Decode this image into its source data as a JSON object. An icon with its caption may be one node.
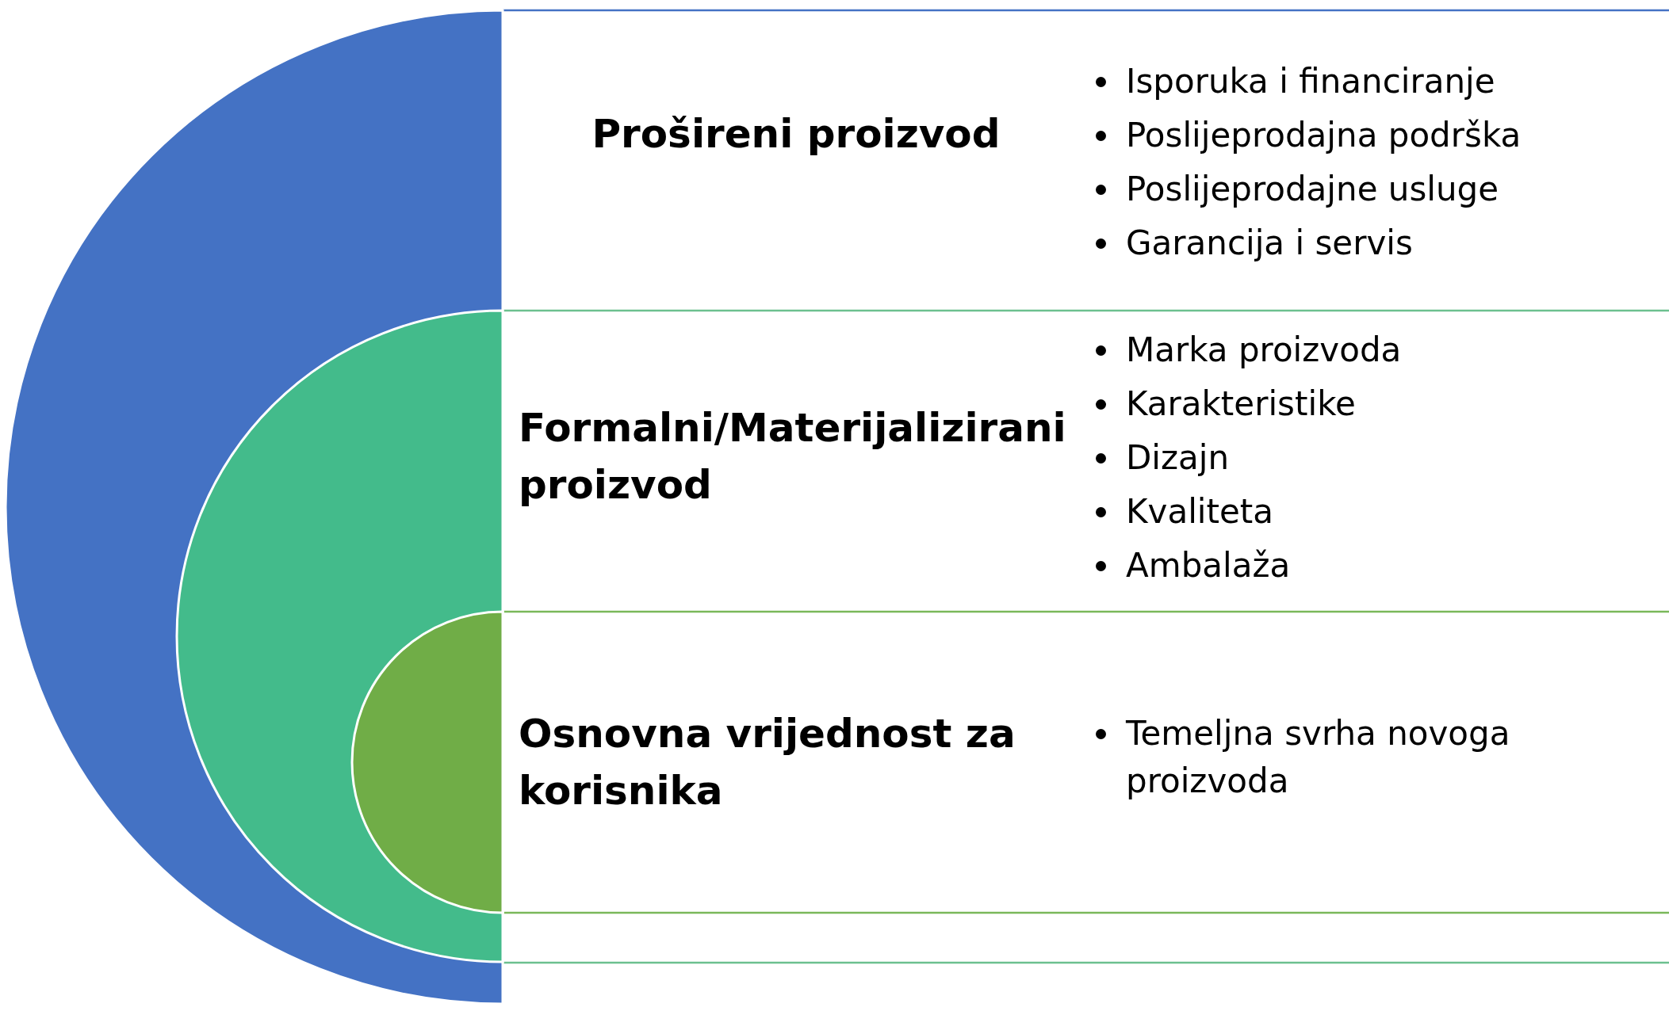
{
  "diagram": {
    "nodes": [
      {
        "text": [
          "Prošireni proizvod",
          "Isporuka i financiranje",
          "Poslijeprodajna podrška",
          "Poslijeprodajne usluge",
          "Garancija i servis"
        ]
      },
      {
        "text": [
          "Formalni/Materijalizirani proizvod",
          "Marka proizvoda",
          "Karakteristike",
          "Dizajn",
          "Kvaliteta",
          "Ambalaža"
        ]
      },
      {
        "text": [
          "Osnovna vrijednost za korisnika",
          "Temeljna svrha novoga proizvoda"
        ]
      }
    ]
  }
}
